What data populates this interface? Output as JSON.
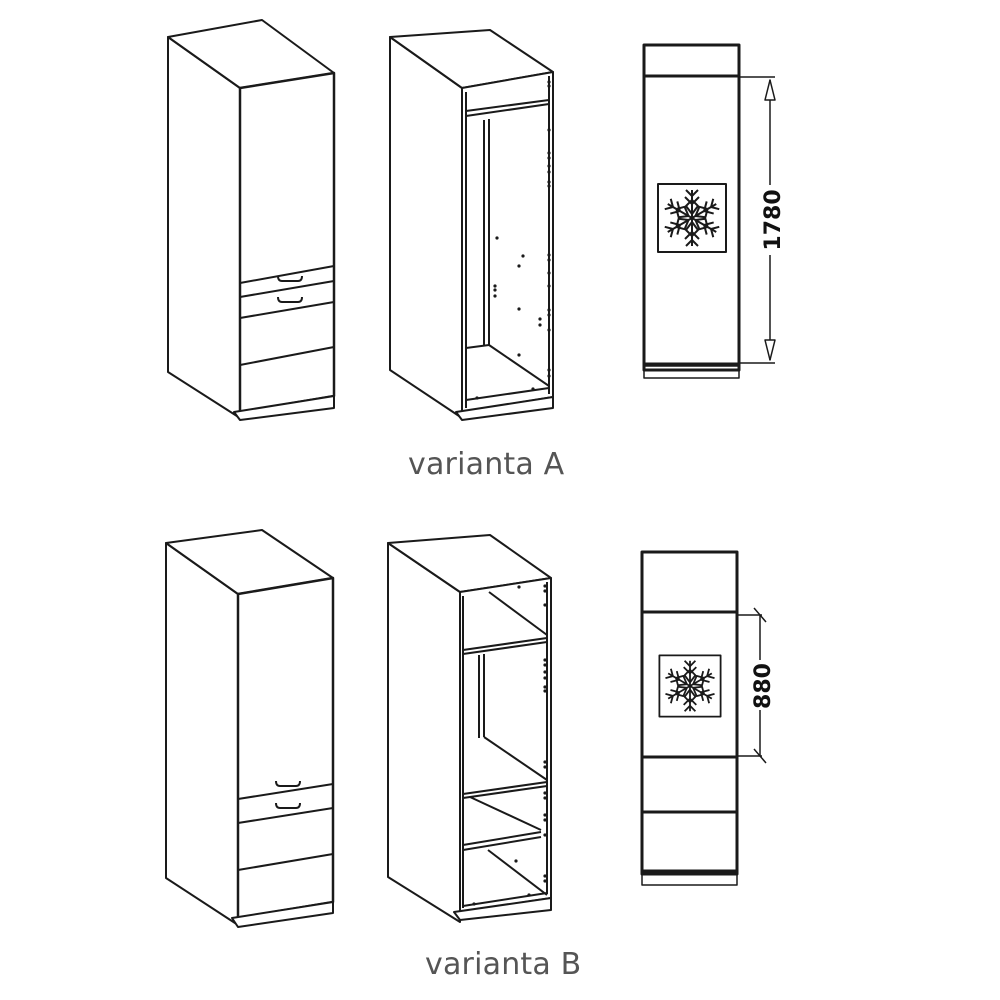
{
  "variants": [
    {
      "id": "A",
      "caption": "varianta A",
      "dimension_label": "1780",
      "dimension_unit_hint": "mm",
      "views": [
        "closed-cabinet-with-door-and-drawers",
        "open-carcass-fridge-niche",
        "front-schematic-with-freezer-symbol"
      ]
    },
    {
      "id": "B",
      "caption": "varianta B",
      "dimension_label": "880",
      "dimension_unit_hint": "mm",
      "views": [
        "closed-cabinet-with-door-and-drawers",
        "open-carcass-shelves-fridge-niche",
        "front-schematic-with-freezer-symbol"
      ]
    }
  ],
  "colors": {
    "line": "#1a1a1a",
    "caption_text": "#555555",
    "background": "#ffffff"
  },
  "icons": {
    "freezer": "snowflake-icon"
  }
}
